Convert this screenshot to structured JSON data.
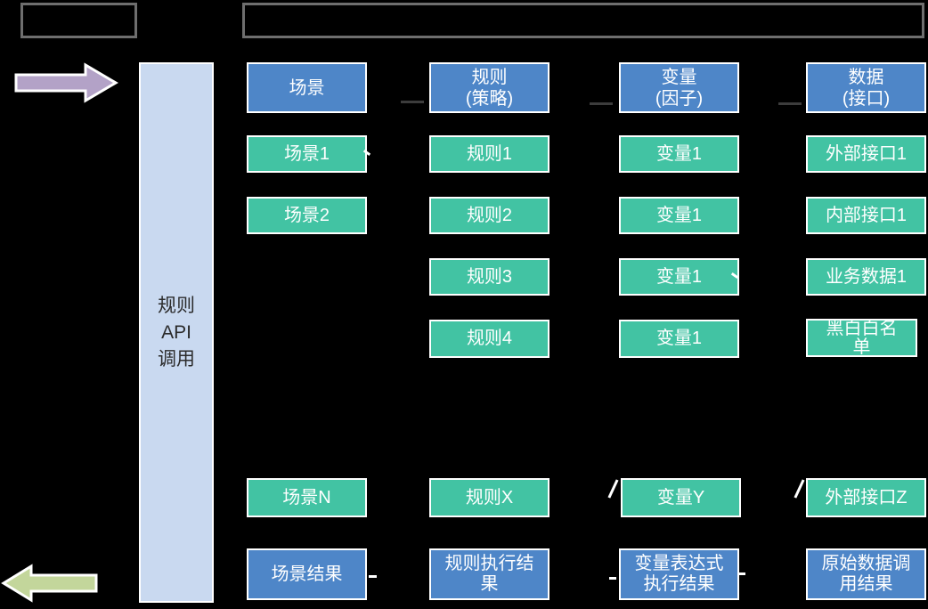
{
  "colors": {
    "box_blue": "#4e86c8",
    "box_green": "#42c3a3",
    "bar_fill": "#c9d9f0",
    "arrow_purple": "#b3a2c7",
    "arrow_green": "#c3d69b",
    "outline_gray": "#6e6e6e"
  },
  "api_bar": {
    "label": "规则\nAPI\n调用"
  },
  "columns": [
    {
      "header": "场景",
      "items": [
        "场景1",
        "场景2"
      ],
      "nth": "场景N",
      "result": "场景结果"
    },
    {
      "header": "规则\n(策略)",
      "items": [
        "规则1",
        "规则2",
        "规则3",
        "规则4"
      ],
      "nth": "规则X",
      "result": "规则执行结\n果"
    },
    {
      "header": "变量\n(因子)",
      "items": [
        "变量1",
        "变量1",
        "变量1",
        "变量1"
      ],
      "nth": "变量Y",
      "result": "变量表达式\n执行结果"
    },
    {
      "header": "数据\n(接口)",
      "items": [
        "外部接口1",
        "内部接口1",
        "业务数据1",
        "黑白白名\n单"
      ],
      "nth": "外部接口Z",
      "result": "原始数据调\n用结果"
    }
  ]
}
